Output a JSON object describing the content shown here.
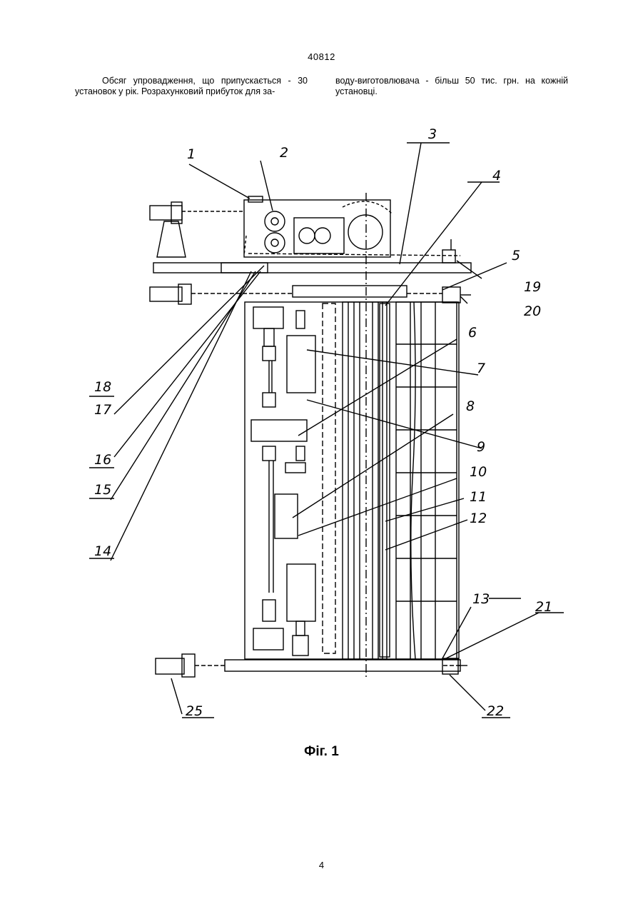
{
  "header": {
    "doc_number": "40812"
  },
  "body_text": {
    "left_column": "Обсяг упровадження, що припускається - 30 установок у рік. Розрахунковий прибуток для за-",
    "right_column": "воду-виготовлювача - більш 50 тис. грн. на кожній установці."
  },
  "figure": {
    "caption": "Фіг. 1",
    "labels": [
      "1",
      "2",
      "3",
      "4",
      "5",
      "6",
      "7",
      "8",
      "9",
      "10",
      "11",
      "12",
      "13",
      "14",
      "15",
      "16",
      "17",
      "18",
      "19",
      "20",
      "21",
      "22",
      "25"
    ]
  },
  "footer": {
    "page_number": "4"
  }
}
